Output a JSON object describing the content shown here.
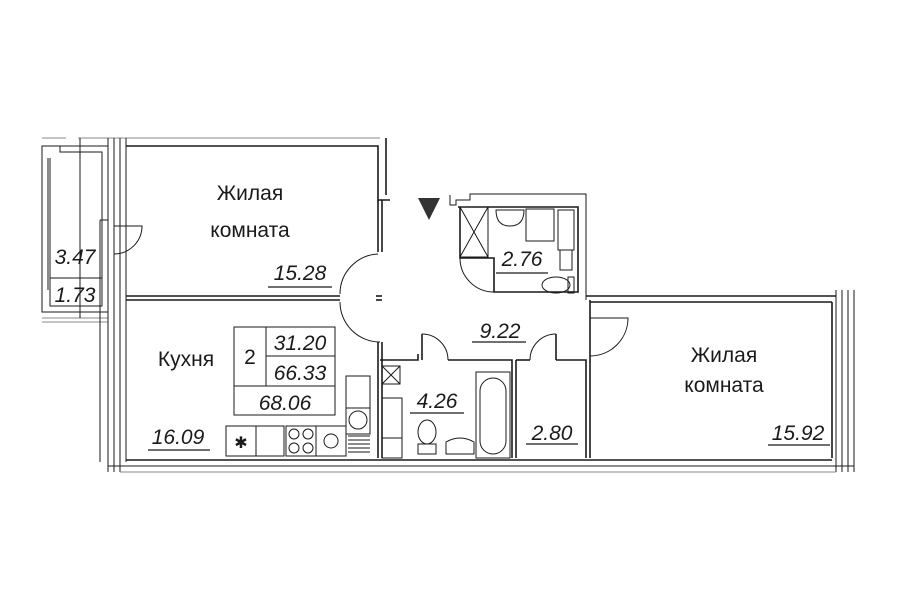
{
  "plan": {
    "type": "apartment-floor-plan",
    "rooms": [
      {
        "id": "living-room-1",
        "label_line1": "Жилая",
        "label_line2": "комната",
        "area": "15.28"
      },
      {
        "id": "living-room-2",
        "label_line1": "Жилая",
        "label_line2": "комната",
        "area": "15.92"
      },
      {
        "id": "kitchen",
        "label": "Кухня",
        "area": "16.09"
      },
      {
        "id": "hallway",
        "area": "9.22"
      },
      {
        "id": "bathroom",
        "area": "4.26"
      },
      {
        "id": "toilet",
        "area": "2.76"
      },
      {
        "id": "closet",
        "area": "2.80"
      },
      {
        "id": "balcony",
        "area": "3.47",
        "area_reduced": "1.73"
      }
    ],
    "summary": {
      "rooms_count": "2",
      "living_area": "31.20",
      "total_area": "66.33",
      "total_area_with_balcony": "68.06"
    },
    "entrance_marker": "entrance-arrow"
  }
}
